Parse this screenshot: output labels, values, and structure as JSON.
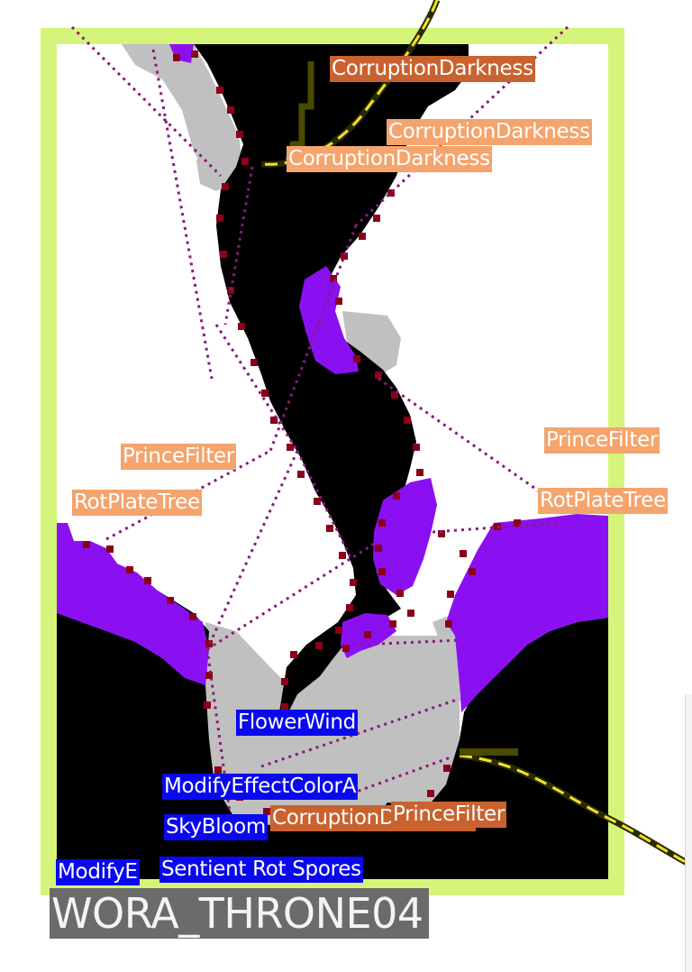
{
  "room": {
    "name": "WORA_THRONE04"
  },
  "colors": {
    "border": "#d5f57a",
    "solid": "#000000",
    "background": "#ffffff",
    "slope": "#c0c0c0",
    "corruption": "#8a10f2",
    "edge_marker": "#8b0018",
    "connection_dotted": "#8a1a7a",
    "pipe_yellow": "#f2e12a",
    "label_orange": "#f4a46c",
    "label_orange_dark": "#c9622e",
    "label_blue": "#0a08ee"
  },
  "labels": {
    "corruption_darkness_1": "CorruptionDarkness",
    "corruption_darkness_2": "CorruptionDarkness",
    "corruption_darkness_3": "CorruptionDarkness",
    "prince_filter_1": "PrinceFilter",
    "prince_filter_2": "PrinceFilter",
    "rot_plate_tree_1": "RotPlateTree",
    "rot_plate_tree_2": "RotPlateTree",
    "flower_wind": "FlowerWind",
    "modify_effect_color": "ModifyEffectColorA",
    "sky_bloom": "SkyBloom",
    "corruption_darkness_4": "CorruptionDarkness",
    "prince_filter_3": "PrinceFilter",
    "modify_effect_truncated": "ModifyE",
    "sentient_rot_spores": "Sentient Rot Spores"
  }
}
